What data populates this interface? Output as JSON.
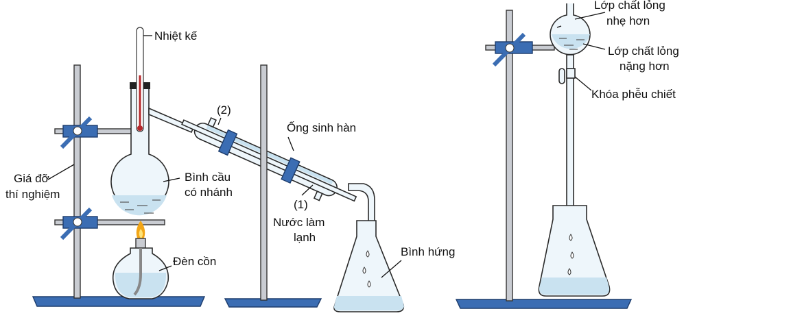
{
  "labels": {
    "thermometer": "Nhiệt kế",
    "port2": "(2)",
    "condenser": "Ống sinh hàn",
    "stand_line1": "Giá đỡ",
    "stand_line2": "thí nghiệm",
    "flask_line1": "Bình cầu",
    "flask_line2": "có nhánh",
    "port1": "(1)",
    "cooling_line1": "Nước làm",
    "cooling_line2": "lạnh",
    "lamp": "Đèn cồn",
    "receiver": "Bình hứng",
    "light_line1": "Lớp chất lỏng",
    "light_line2": "nhẹ hơn",
    "heavy_line1": "Lớp chất lỏng",
    "heavy_line2": "nặng hơn",
    "stopcock": "Khóa phễu chiết"
  },
  "colors": {
    "stand": "#3b6db3",
    "liquid": "#c9e2f0",
    "glass": "#eef6fb",
    "flame": "#f2a516"
  }
}
